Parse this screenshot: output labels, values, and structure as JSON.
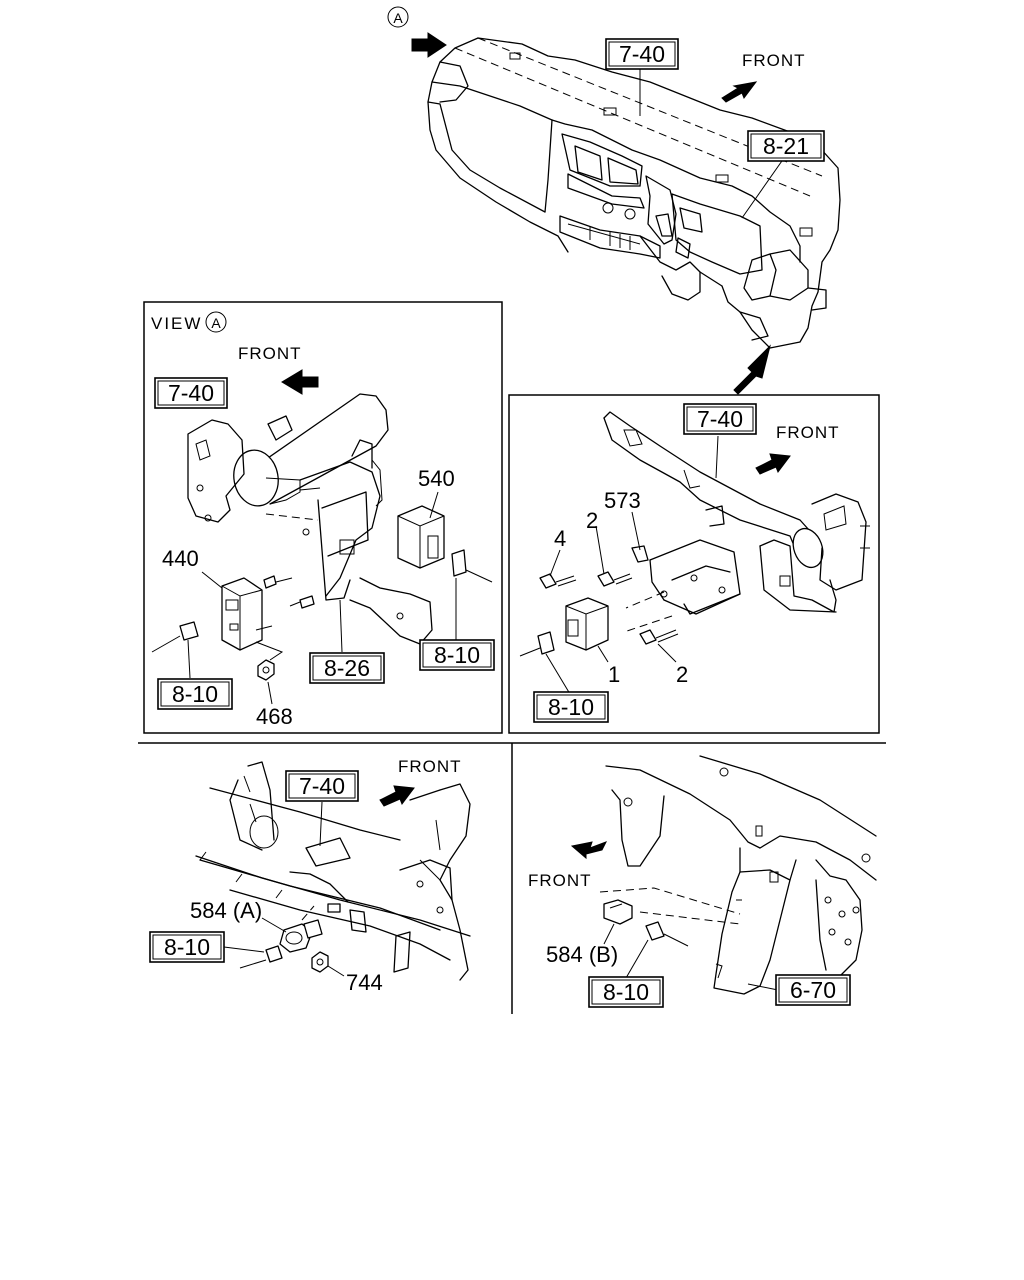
{
  "top": {
    "view_marker": "A",
    "ref_7_40": "7-40",
    "ref_8_21": "8-21",
    "front": "FRONT"
  },
  "view_a": {
    "title": "VIEW",
    "marker": "A",
    "front": "FRONT",
    "ref_7_40": "7-40",
    "part_540": "540",
    "part_440": "440",
    "ref_8_26": "8-26",
    "ref_8_10_right": "8-10",
    "ref_8_10_left": "8-10",
    "part_468": "468"
  },
  "right_inset": {
    "ref_7_40": "7-40",
    "front": "FRONT",
    "part_573": "573",
    "part_4": "4",
    "part_2_top": "2",
    "part_1": "1",
    "part_2_bottom": "2",
    "ref_8_10": "8-10"
  },
  "bottom_left": {
    "ref_7_40": "7-40",
    "front": "FRONT",
    "part_584a": "584 (A)",
    "ref_8_10": "8-10",
    "part_744": "744"
  },
  "bottom_right": {
    "front": "FRONT",
    "part_584b": "584 (B)",
    "ref_8_10": "8-10",
    "ref_6_70": "6-70"
  }
}
